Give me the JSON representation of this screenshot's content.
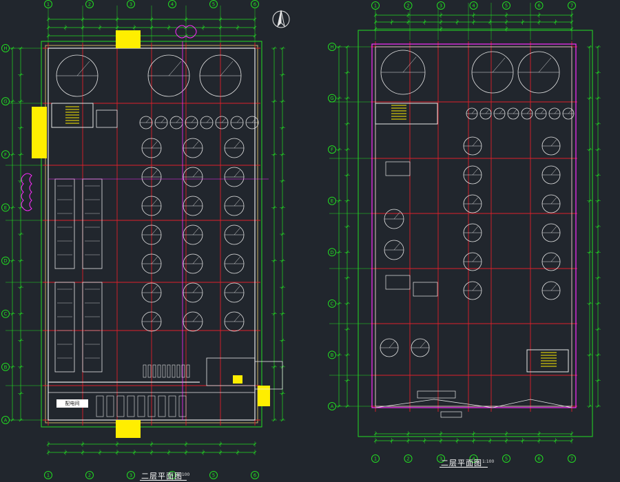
{
  "drawing": {
    "left_plan_title": "二层平面图",
    "left_plan_scale": "1:100",
    "right_plan_title": "二层平面图",
    "right_plan_scale": "1:100",
    "left_room_label": "配电间",
    "colors": {
      "background": "#21262d",
      "axis_red": "#e0202a",
      "dimension_green": "#22dd22",
      "wall_white": "#e8e8e8",
      "fill_yellow": "#ffee00",
      "magenta": "#ff2cff",
      "cyan_text": "#00dddd"
    }
  },
  "left_plan": {
    "axis_bubbles_top": [
      "1",
      "2",
      "3",
      "4",
      "5",
      "6"
    ],
    "axis_bubbles_left": [
      "A",
      "B",
      "C",
      "D",
      "E",
      "F",
      "G",
      "H"
    ]
  },
  "right_plan": {
    "axis_bubbles_top": [
      "1",
      "2",
      "3",
      "4",
      "5",
      "6",
      "7"
    ],
    "axis_bubbles_left": [
      "A",
      "B",
      "C",
      "D",
      "E",
      "F",
      "G",
      "H"
    ]
  },
  "north_arrow": "north-arrow-icon"
}
